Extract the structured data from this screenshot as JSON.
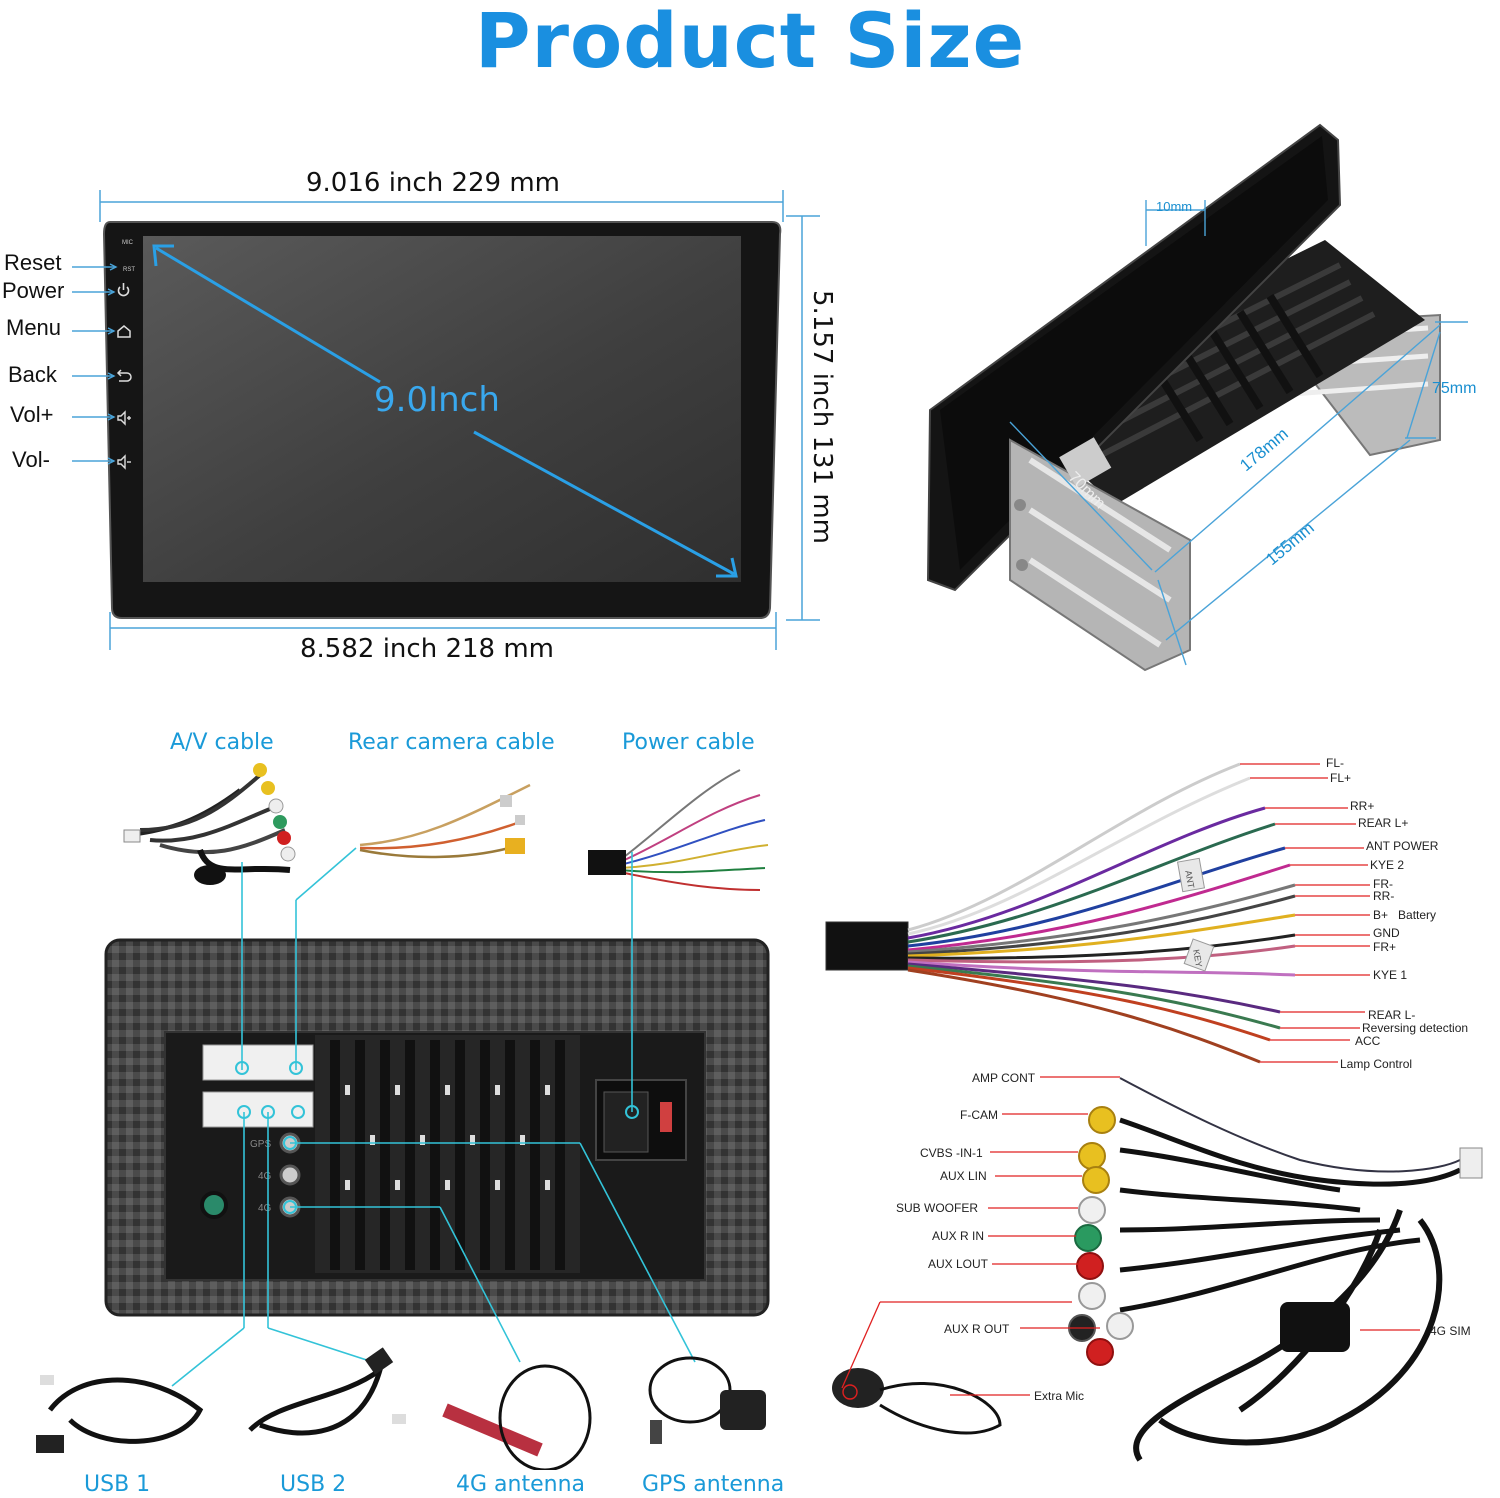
{
  "title": "Product Size",
  "dimensions": {
    "top_width": "9.016 inch 229 mm",
    "bottom_width": "8.582 inch 218 mm",
    "height": "5.157 inch 131 mm",
    "diagonal": "9.0Inch"
  },
  "side_panel_labels": {
    "mic": "MIC",
    "rst": "RST"
  },
  "buttons": [
    {
      "label": "Reset",
      "icon": "reset-dot-icon"
    },
    {
      "label": "Power",
      "icon": "power-icon"
    },
    {
      "label": "Menu",
      "icon": "home-icon"
    },
    {
      "label": "Back",
      "icon": "back-arrow-icon"
    },
    {
      "label": "Vol+",
      "icon": "volume-up-icon"
    },
    {
      "label": "Vol-",
      "icon": "volume-down-icon"
    }
  ],
  "side_view": {
    "depth_front": "10mm",
    "height_bracket": "75mm",
    "length_top": "178mm",
    "length_bottom": "155mm",
    "front_height": "70mm"
  },
  "cables_top": [
    "A/V cable",
    "Rear camera cable",
    "Power cable"
  ],
  "cables_bottom": [
    "USB 1",
    "USB 2",
    "4G antenna",
    "GPS antenna"
  ],
  "port_labels": [
    "GPS",
    "4G",
    "4G"
  ],
  "power_wires": [
    "FL-",
    "FL+",
    "RR+",
    "REAR L+",
    "ANT POWER",
    "KYE 2",
    "FR-",
    "RR-",
    "B+   Battery",
    "GND",
    "FR+",
    "KYE 1",
    "REAR L-",
    "Reversing detection",
    "ACC",
    "Lamp Control"
  ],
  "av_wires": [
    "AMP CONT",
    "F-CAM",
    "CVBS -IN-1",
    "AUX LIN",
    "SUB WOOFER",
    "AUX R IN",
    "AUX LOUT",
    "AUX R OUT"
  ],
  "av_right_labels": {
    "sim": "4G SIM",
    "mic": "Extra Mic"
  },
  "tags": {
    "ant": "ANT",
    "key": "KEY"
  },
  "colors": {
    "accent": "#1a8fe0",
    "cyan_line": "#33c3d8",
    "dim_line": "#4aa3d8",
    "red_line": "#e02020"
  }
}
